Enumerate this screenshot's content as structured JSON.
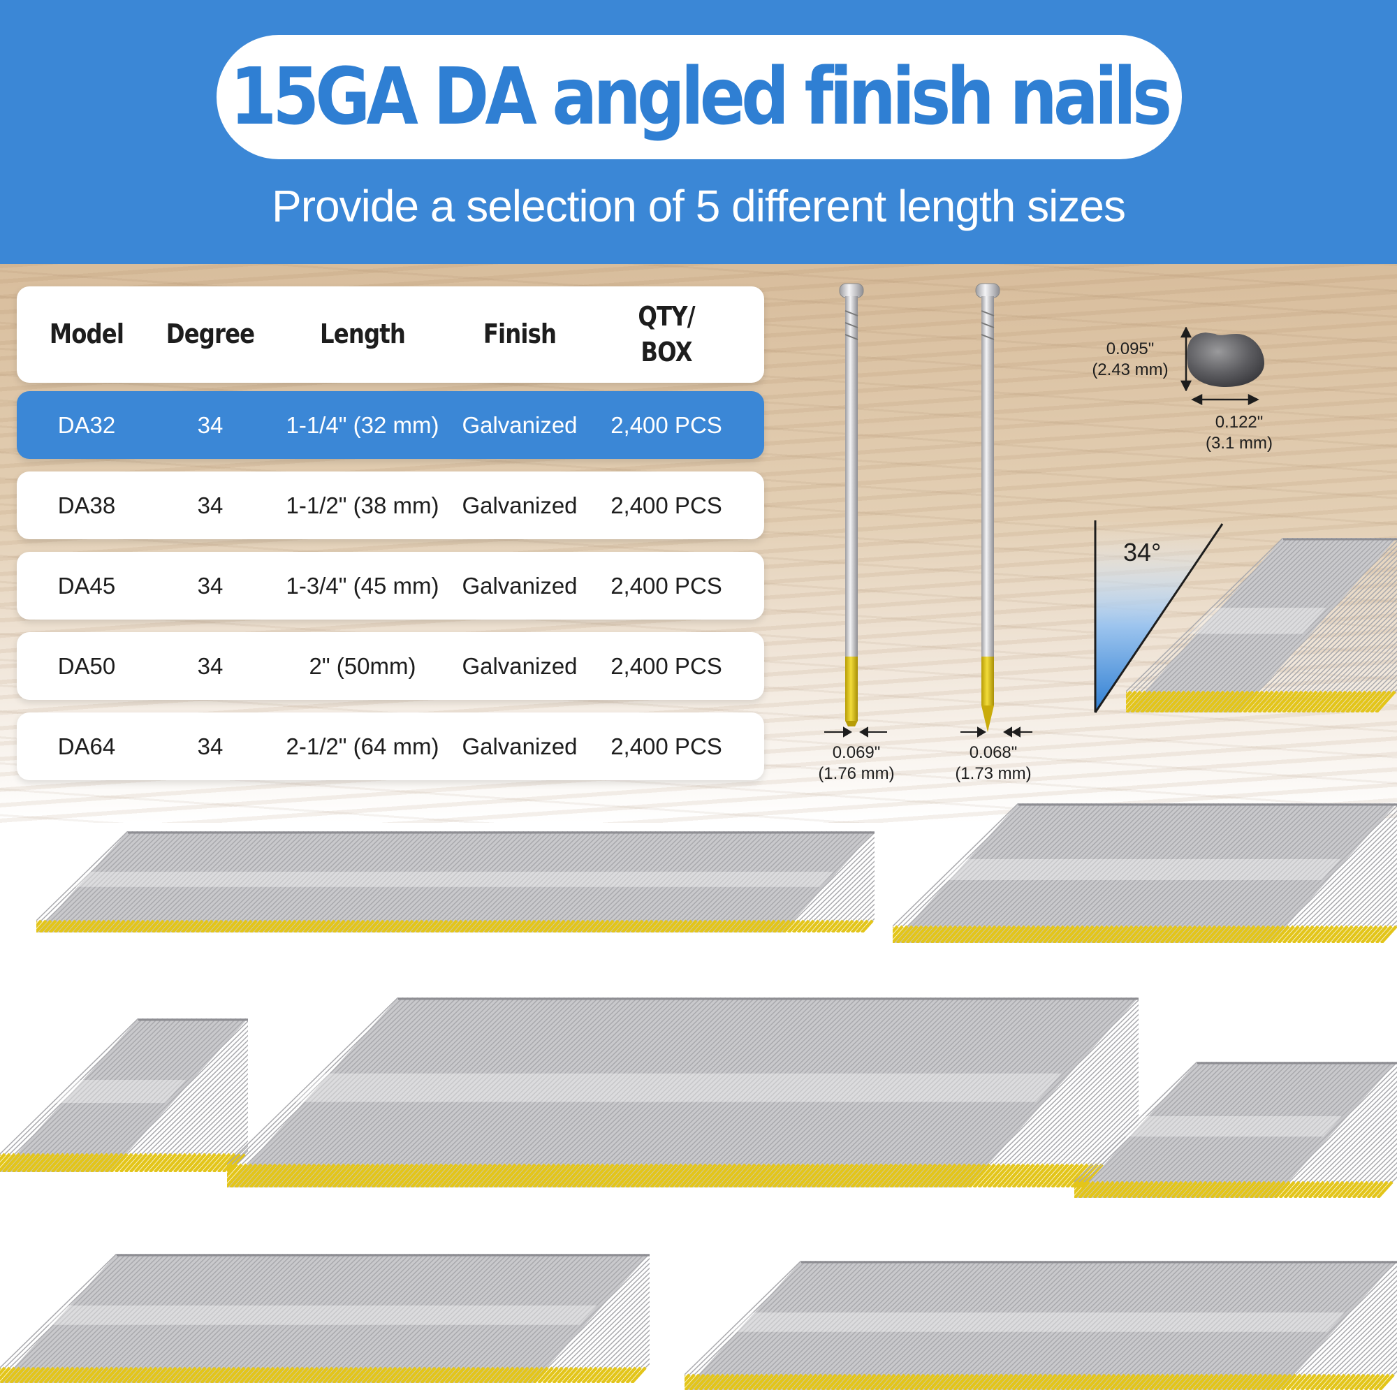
{
  "header": {
    "title": "15GA DA angled finish nails",
    "subtitle": "Provide a selection of 5 different length sizes"
  },
  "table": {
    "columns": [
      "Model",
      "Degree",
      "Length",
      "Finish",
      "QTY/\nBOX"
    ],
    "rows": [
      [
        "DA32",
        "34",
        "1-1/4\" (32 mm)",
        "Galvanized",
        "2,400 PCS"
      ],
      [
        "DA38",
        "34",
        "1-1/2\" (38 mm)",
        "Galvanized",
        "2,400 PCS"
      ],
      [
        "DA45",
        "34",
        "1-3/4\" (45 mm)",
        "Galvanized",
        "2,400 PCS"
      ],
      [
        "DA50",
        "34",
        "2\" (50mm)",
        "Galvanized",
        "2,400 PCS"
      ],
      [
        "DA64",
        "34",
        "2-1/2\" (64 mm)",
        "Galvanized",
        "2,400 PCS"
      ]
    ],
    "highlighted_row": 0
  },
  "dimensions": {
    "nail1_diameter": "0.069\"\n(1.76 mm)",
    "nail2_diameter": "0.068\"\n(1.73 mm)",
    "head_height": "0.095\"\n(2.43 mm)",
    "head_width": "0.122\"\n(3.1 mm)",
    "angle": "34°"
  },
  "colors": {
    "brand_blue": "#3b87d6",
    "nail_tip_yellow": "#e3c51a",
    "nail_silver": "#c9c9cc"
  }
}
